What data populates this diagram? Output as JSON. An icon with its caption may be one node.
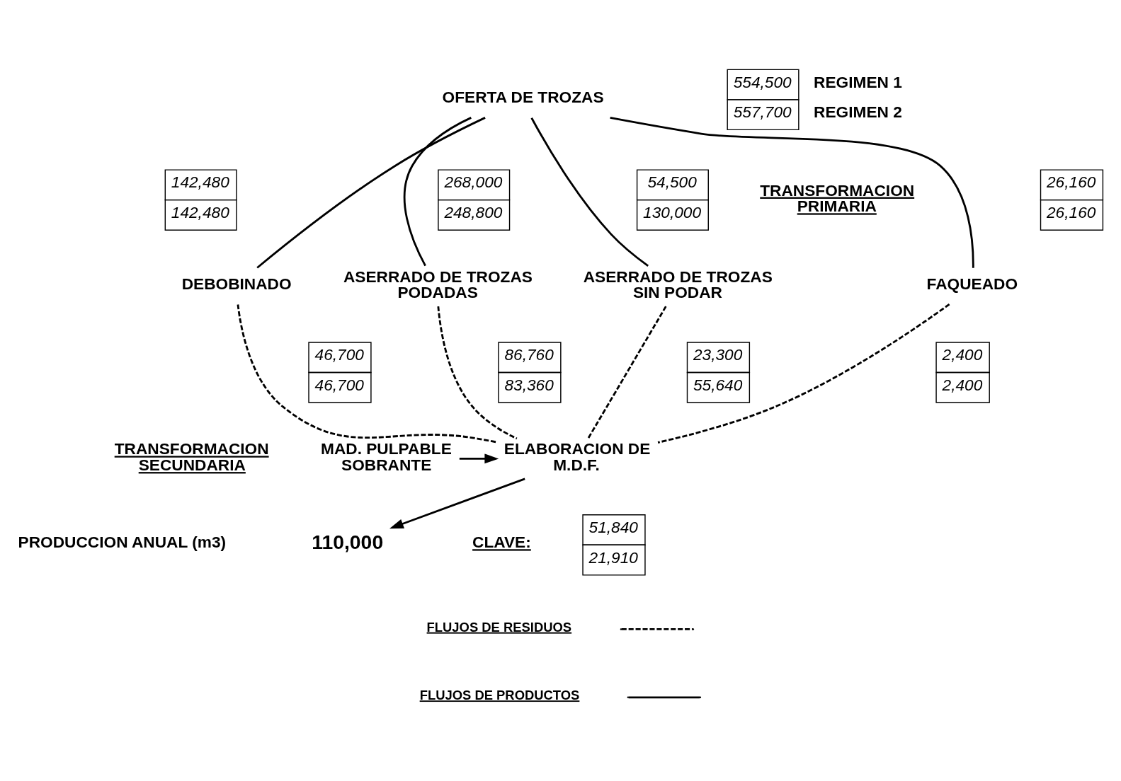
{
  "diagram": {
    "nodes": [
      {
        "text": [
          "554,500",
          "557,700"
        ],
        "beside": [
          "REGIMEN 1",
          "REGIMEN 2"
        ]
      },
      {
        "text": [
          "OFERTA DE TROZAS"
        ]
      },
      {
        "text": [
          "26,160",
          "26,160"
        ]
      },
      {
        "text": [
          "268,000",
          "248,800"
        ]
      },
      {
        "text": [
          "54,500",
          "130,000"
        ]
      },
      {
        "text": [
          "142,480",
          "142,480"
        ]
      },
      {
        "text": [
          "FAQUEADO"
        ]
      },
      {
        "text": [
          "ASERRADO DE TROZAS PODADAS"
        ]
      },
      {
        "text": [
          "ASERRADO DE TROZAS SIN PODAR"
        ]
      },
      {
        "text": [
          "DEBOBINADO"
        ]
      },
      {
        "text": [
          "2,400",
          "2,400"
        ]
      },
      {
        "text": [
          "86,760",
          "83,360"
        ]
      },
      {
        "text": [
          "23,300",
          "55,640"
        ]
      },
      {
        "text": [
          "46,700",
          "46,700"
        ]
      },
      {
        "text": [
          "MAD. PULPABLE SOBRANTE"
        ]
      },
      {
        "text": [
          "ELABORACION DE M.D.F."
        ]
      },
      {
        "text": [
          "51,840",
          "21,910"
        ]
      },
      {
        "text": [
          "110,000"
        ]
      }
    ],
    "edges": [
      {
        "from": 1,
        "to": 6,
        "arrow": "none"
      },
      {
        "from": 1,
        "to": 7,
        "arrow": "none"
      },
      {
        "from": 1,
        "to": 8,
        "arrow": "none"
      },
      {
        "from": 1,
        "to": 9,
        "arrow": "none"
      },
      {
        "from": 6,
        "to": 15,
        "arrow": "none",
        "style": "dashed"
      },
      {
        "from": 7,
        "to": 15,
        "arrow": "none",
        "style": "dashed"
      },
      {
        "from": 8,
        "to": 15,
        "arrow": "none",
        "style": "dashed"
      },
      {
        "from": 9,
        "to": 15,
        "arrow": "none",
        "style": "dashed"
      },
      {
        "from": 14,
        "to": 15,
        "arrow": "to"
      },
      {
        "from": 15,
        "to": 17,
        "arrow": "to"
      }
    ],
    "labels": [
      "TRANSFORMACION PRIMARIA",
      "TRANSFORMACION SECUNDARIA",
      "PRODUCCION ANUAL (m3)",
      "CLAVE:"
    ],
    "legend": [
      {
        "text": "FLUJOS DE RESIDUOS"
      },
      {
        "text": "FLUJOS DE PRODUCTOS"
      }
    ]
  }
}
